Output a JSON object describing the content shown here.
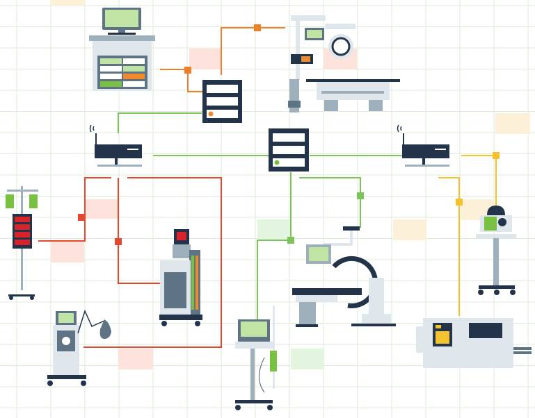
{
  "diagram": {
    "background": "#ffffff",
    "grid_color": "#dcebd6",
    "highlight_colors": {
      "peach": "#fde3dc",
      "pale_green": "#e3f5df",
      "pale_yellow": "#fdf0d8"
    },
    "link_colors": {
      "orange": "#f07f2a",
      "red": "#e5482f",
      "green": "#7cc35a",
      "yellow": "#f5c12d"
    },
    "device_colors": {
      "navy": "#23334a",
      "slate": "#5e7384",
      "light_slate": "#9fb0bd",
      "pale": "#dfe6ec",
      "screen_green": "#bfe4a3",
      "accent_red": "#d9232a",
      "accent_green": "#7ac143",
      "accent_orange": "#f08a2c",
      "accent_yellow": "#f4c430"
    },
    "nodes": [
      "workstation-computer-cabinet",
      "ceiling-mounted-radiography-unit",
      "xray-table",
      "network-server-top",
      "network-server-center",
      "wireless-router-left",
      "wireless-router-right",
      "infusion-pump-stand",
      "anesthesia-machine",
      "mobile-ventilator",
      "patient-monitor-cart",
      "c-arm-fluoroscopy-unit",
      "medication-dispenser-stand",
      "laboratory-analyzer"
    ]
  }
}
